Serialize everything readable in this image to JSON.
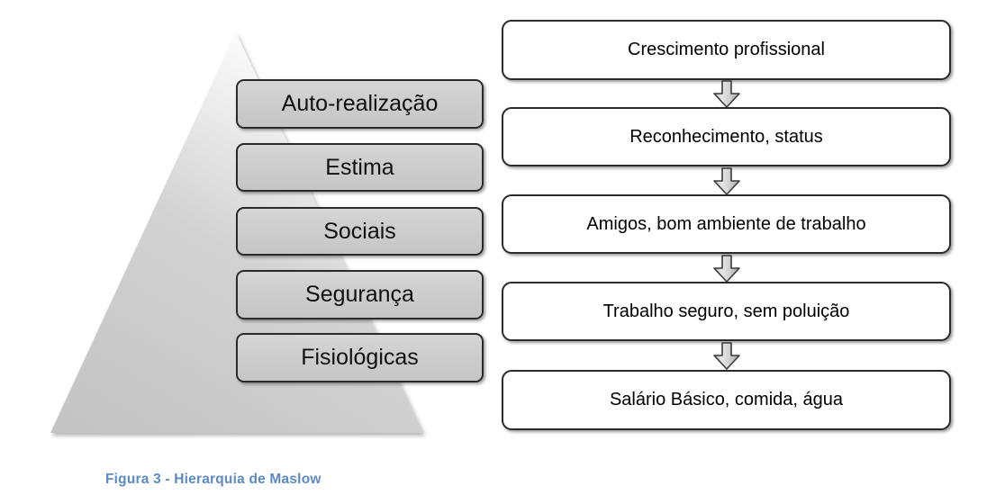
{
  "figure": {
    "caption": "Figura 3 - Hierarquia de Maslow",
    "caption_color": "#5b8ac4"
  },
  "pyramid": {
    "shape": "triangle",
    "fill_colors": [
      "#fcfcfc",
      "#c3c3c3"
    ],
    "levels": [
      {
        "label": "Auto-realização"
      },
      {
        "label": "Estima"
      },
      {
        "label": "Sociais"
      },
      {
        "label": "Segurança"
      },
      {
        "label": "Fisiológicas"
      }
    ]
  },
  "flow": {
    "arrow_icon": "arrow-down-icon",
    "boxes": [
      {
        "label": "Crescimento profissional"
      },
      {
        "label": "Reconhecimento, status"
      },
      {
        "label": "Amigos, bom ambiente de trabalho"
      },
      {
        "label": "Trabalho seguro, sem poluição"
      },
      {
        "label": "Salário Básico, comida, água"
      }
    ]
  }
}
